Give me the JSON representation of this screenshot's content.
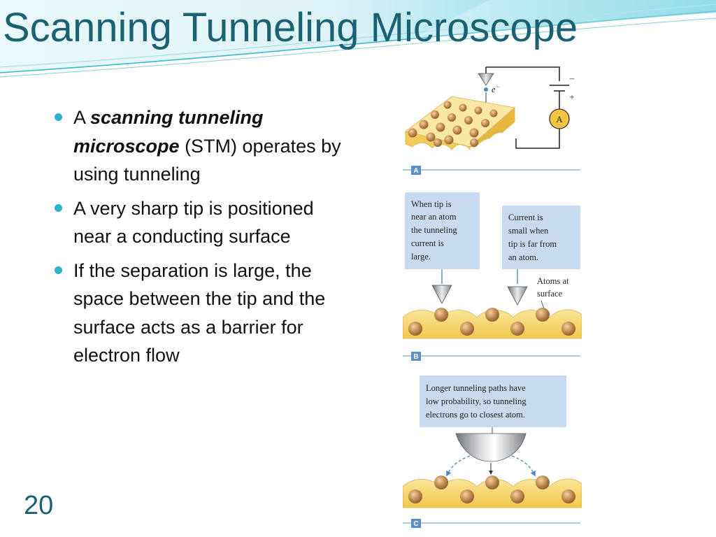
{
  "slide": {
    "title": "Scanning Tunneling Microscope",
    "number": "20"
  },
  "bullets": [
    {
      "before": "A ",
      "emphasis": "scanning tunneling microscope",
      "after": " (STM) operates by using tunneling"
    },
    {
      "text": "A very sharp tip is positioned near a conducting surface"
    },
    {
      "text": "If the separation is large, the space between the tip and the surface acts as a barrier for electron flow"
    }
  ],
  "figure": {
    "panel_a": {
      "label": "A",
      "electron": "e",
      "electron_sup": "−",
      "battery_minus": "–",
      "battery_plus": "+",
      "ammeter": "A"
    },
    "panel_b": {
      "label": "B",
      "callout_left": [
        "When tip is",
        "near an atom",
        "the tunneling",
        "current is",
        "large."
      ],
      "callout_right": [
        "Current is",
        "small when",
        "tip is far from",
        "an atom."
      ],
      "atoms_label": [
        "Atoms at",
        "surface"
      ]
    },
    "panel_c": {
      "label": "C",
      "callout": [
        "Longer tunneling paths have",
        "low probability, so tunneling",
        "electrons go to closest atom."
      ]
    },
    "colors": {
      "surface": "#f6d56c",
      "atom": "#b8814a",
      "callout": "#c8daf0",
      "panel_line": "#5b8fc8",
      "title": "#1b6172",
      "bullet": "#2fb3c9"
    }
  }
}
